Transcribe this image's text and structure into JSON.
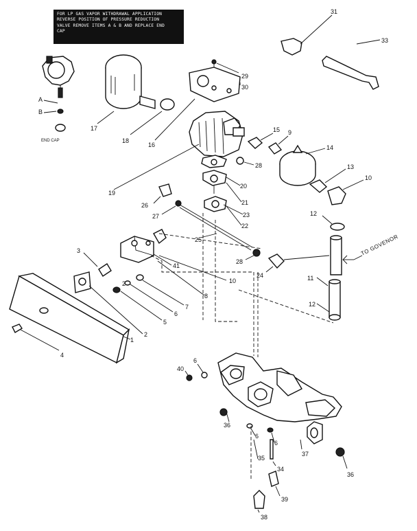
{
  "note": {
    "lines": [
      "FOR LP GAS VAPOR WITHDRAWAL APPLICATION",
      "REVERSE POSITION OF PRESSURE REDUCTION",
      "VALVE REMOVE ITEMS A & B AND REPLACE END",
      "CAP"
    ]
  },
  "labels": {
    "end_cap": "END CAP",
    "to_governor": "TO GOVENOR",
    "A": "A",
    "B": "B"
  },
  "callouts": [
    "31",
    "33",
    "29",
    "30",
    "17",
    "18",
    "16",
    "15",
    "9",
    "14",
    "28",
    "19",
    "20",
    "13",
    "10",
    "21",
    "26",
    "23",
    "27",
    "22",
    "12",
    "25",
    "3",
    "41",
    "28",
    "24",
    "10",
    "11",
    "8",
    "2",
    "7",
    "6",
    "5",
    "12",
    "1",
    "2",
    "4",
    "40",
    "6",
    "36",
    "6",
    "6",
    "35",
    "37",
    "34",
    "36",
    "39",
    "38"
  ]
}
